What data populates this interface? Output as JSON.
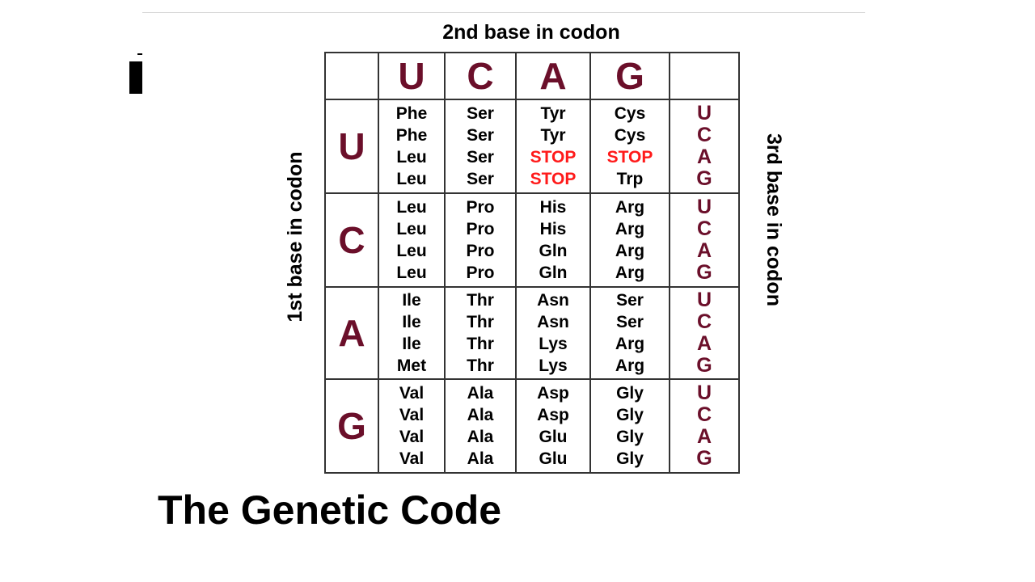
{
  "title": "The Genetic Code",
  "axis_labels": {
    "second_base": "2nd base in codon",
    "first_base": "1st base in codon",
    "third_base": "3rd base in codon"
  },
  "second_bases": [
    "U",
    "C",
    "A",
    "G"
  ],
  "rows": [
    {
      "first_base": "U",
      "cells": [
        [
          "Phe",
          "Phe",
          "Leu",
          "Leu"
        ],
        [
          "Ser",
          "Ser",
          "Ser",
          "Ser"
        ],
        [
          "Tyr",
          "Tyr",
          "STOP",
          "STOP"
        ],
        [
          "Cys",
          "Cys",
          "STOP",
          "Trp"
        ]
      ],
      "third_bases": [
        "U",
        "C",
        "A",
        "G"
      ]
    },
    {
      "first_base": "C",
      "cells": [
        [
          "Leu",
          "Leu",
          "Leu",
          "Leu"
        ],
        [
          "Pro",
          "Pro",
          "Pro",
          "Pro"
        ],
        [
          "His",
          "His",
          "Gln",
          "Gln"
        ],
        [
          "Arg",
          "Arg",
          "Arg",
          "Arg"
        ]
      ],
      "third_bases": [
        "U",
        "C",
        "A",
        "G"
      ]
    },
    {
      "first_base": "A",
      "cells": [
        [
          "Ile",
          "Ile",
          "Ile",
          "Met"
        ],
        [
          "Thr",
          "Thr",
          "Thr",
          "Thr"
        ],
        [
          "Asn",
          "Asn",
          "Lys",
          "Lys"
        ],
        [
          "Ser",
          "Ser",
          "Arg",
          "Arg"
        ]
      ],
      "third_bases": [
        "U",
        "C",
        "A",
        "G"
      ]
    },
    {
      "first_base": "G",
      "cells": [
        [
          "Val",
          "Val",
          "Val",
          "Val"
        ],
        [
          "Ala",
          "Ala",
          "Ala",
          "Ala"
        ],
        [
          "Asp",
          "Asp",
          "Glu",
          "Glu"
        ],
        [
          "Gly",
          "Gly",
          "Gly",
          "Gly"
        ]
      ],
      "third_bases": [
        "U",
        "C",
        "A",
        "G"
      ]
    }
  ],
  "colors": {
    "base_letter": "#6b0f2a",
    "stop": "#ff1a1a",
    "amino_acid": "#000000",
    "grid": "#333333"
  }
}
